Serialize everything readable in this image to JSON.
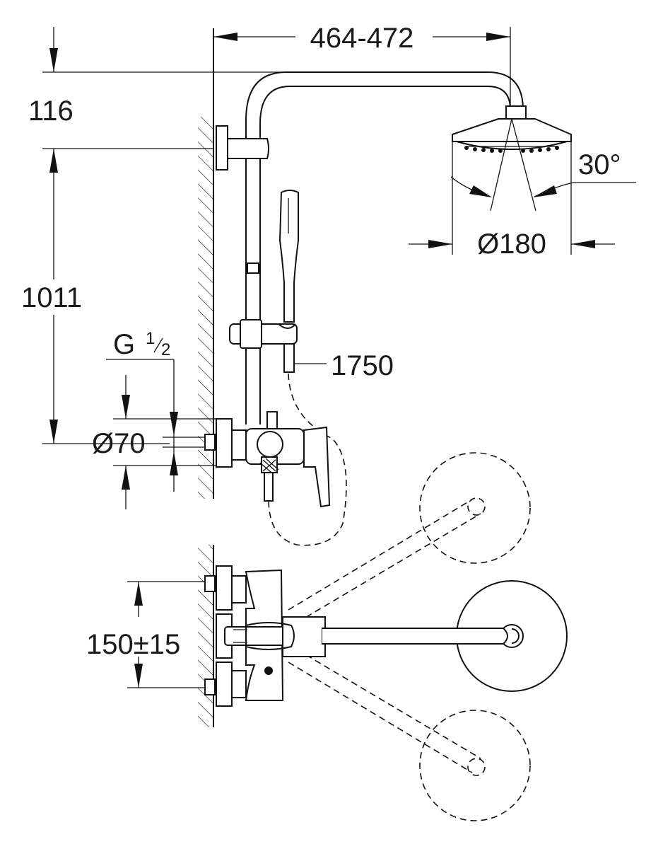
{
  "dimensions": {
    "width_range": "464-472",
    "top_offset": "116",
    "height": "1011",
    "angle": "30°",
    "head_diameter": "Ø180",
    "hose_length": "1750",
    "thread_prefix": "G",
    "thread_num": "1",
    "thread_den": "2",
    "flange_diameter": "Ø70",
    "inlet_spacing": "150±15"
  }
}
